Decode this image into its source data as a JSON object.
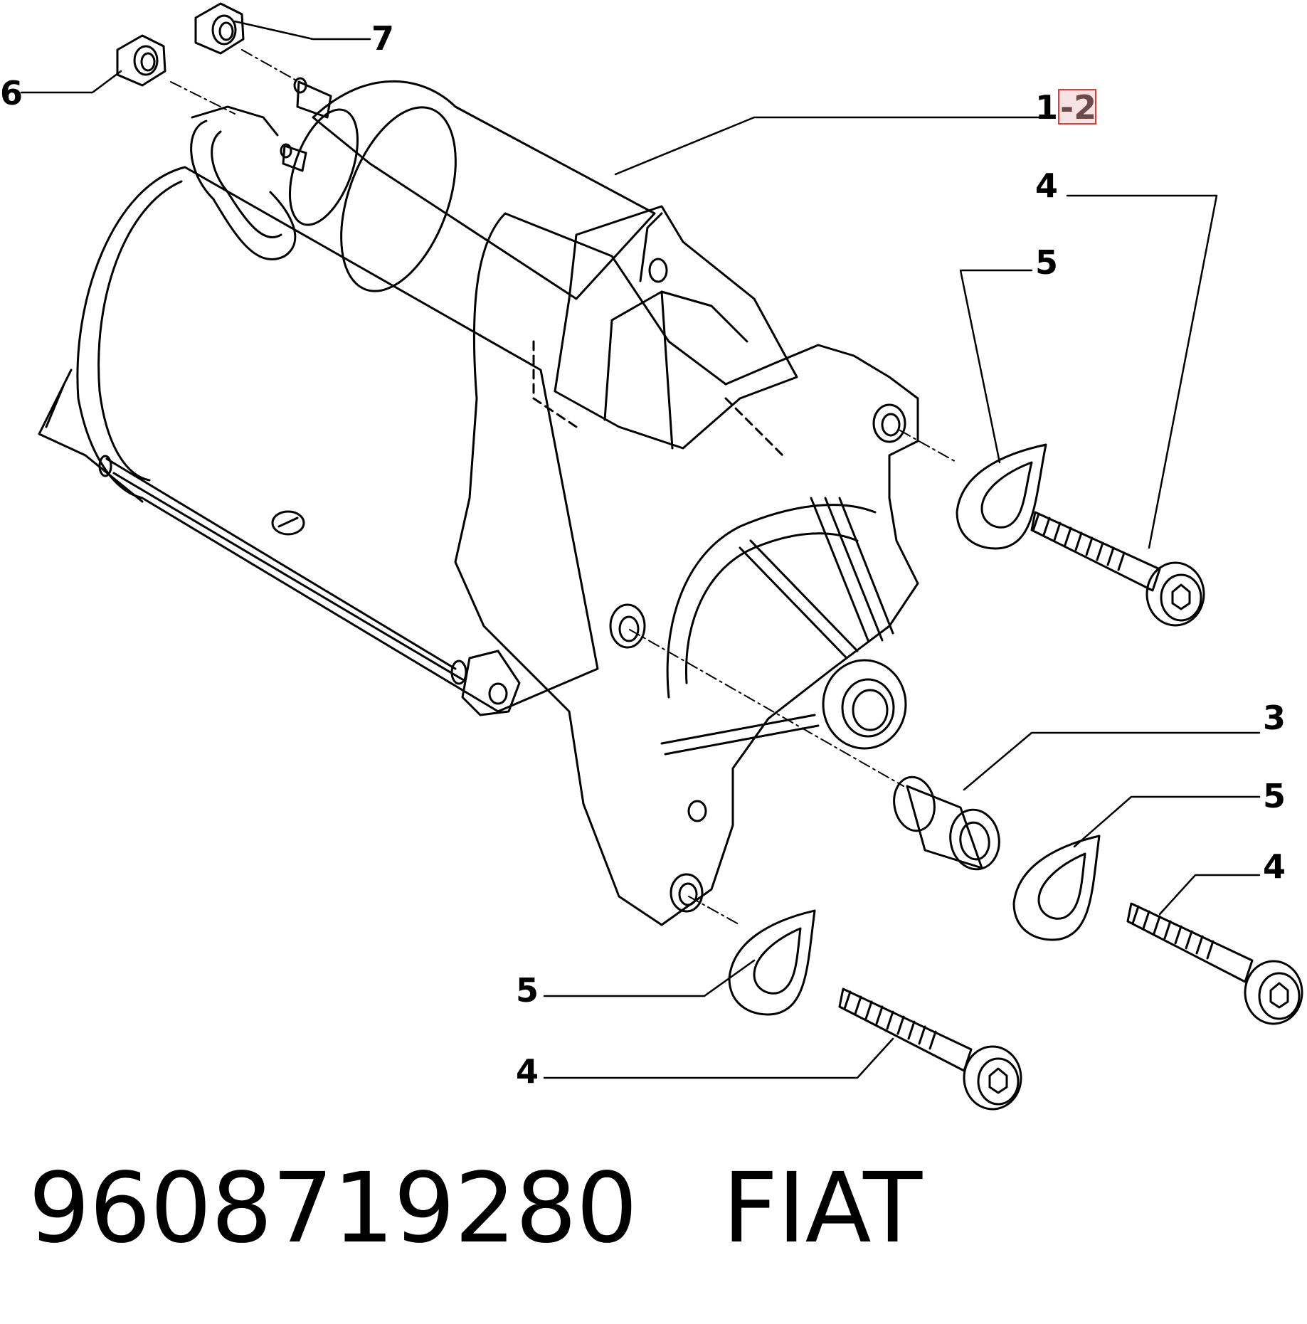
{
  "callouts": {
    "c6": "6",
    "c7": "7",
    "c1": "1",
    "c1_suffix": "-2",
    "c4_top": "4",
    "c5_top": "5",
    "c3": "3",
    "c5_right": "5",
    "c4_right": "4",
    "c5_bottom": "5",
    "c4_bottom": "4"
  },
  "caption": {
    "part_number": "9608719280",
    "brand": "FIAT"
  },
  "colors": {
    "line": "#000000",
    "highlight_box": "#e23b3b",
    "highlight_fill": "#f7e3e3"
  }
}
